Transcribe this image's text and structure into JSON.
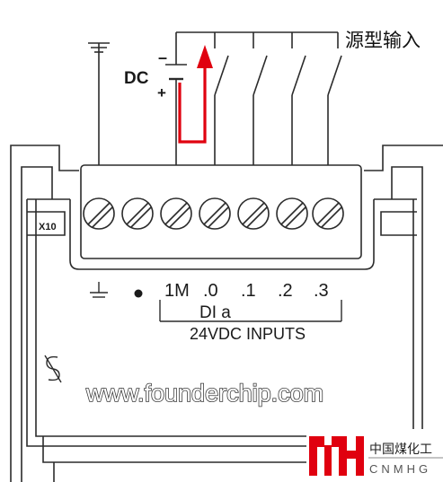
{
  "labels": {
    "source_input": "源型输入",
    "dc": "DC",
    "minus": "–",
    "plus": "+",
    "connector": "X10",
    "terminal_1m": "1M",
    "terminal_0": ".0",
    "terminal_1": ".1",
    "terminal_2": ".2",
    "terminal_3": ".3",
    "group": "DI a",
    "inputs": "24VDC INPUTS",
    "watermark": "www.founderchip.com",
    "brand_cn": "中国煤化工",
    "brand_en": "CNMHG"
  },
  "colors": {
    "line": "#2b2b2b",
    "current_arrow": "#e0000f",
    "logo": "#e0000f"
  },
  "icons": [
    "ground-icon",
    "dot-icon",
    "safety-s-icon"
  ]
}
